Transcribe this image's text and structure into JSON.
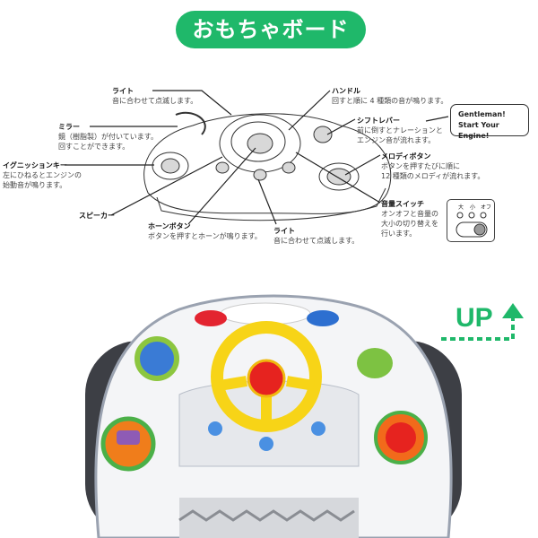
{
  "banner": {
    "title": "おもちゃボード",
    "color": "#1fb86a"
  },
  "labels": {
    "light_top": {
      "title": "ライト",
      "desc": [
        "音に合わせて点滅します。"
      ]
    },
    "mirror": {
      "title": "ミラー",
      "desc": [
        "鏡（樹脂製）が付いています。",
        "回すことができます。"
      ]
    },
    "ignition": {
      "title": "イグニッションキー",
      "desc": [
        "左にひねるとエンジンの",
        "始動音が鳴ります。"
      ]
    },
    "speaker": {
      "title": "スピーカー"
    },
    "horn": {
      "title": "ホーンボタン",
      "desc": [
        "ボタンを押すとホーンが鳴ります。"
      ]
    },
    "light_bottom": {
      "title": "ライト",
      "desc": [
        "音に合わせて点滅します。"
      ]
    },
    "handle": {
      "title": "ハンドル",
      "desc": [
        "回すと順に 4 種類の音が鳴ります。"
      ]
    },
    "shift": {
      "title": "シフトレバー",
      "desc": [
        "前に倒すとナレーションと",
        "エンジン音が流れます。"
      ]
    },
    "melody": {
      "title": "メロディボタン",
      "desc": [
        "ボタンを押すたびに順に",
        "12 種類のメロディが流れます。"
      ]
    },
    "volume": {
      "title": "音量スイッチ",
      "desc": [
        "オンオフと音量の",
        "大小の切り替えを",
        "行います。"
      ]
    }
  },
  "speech_bubble": [
    "Gentleman!",
    "Start Your Engine!"
  ],
  "volume_switch": {
    "levels": [
      "大",
      "小",
      "オフ"
    ]
  },
  "up_sign": {
    "text": "UP",
    "color": "#1fb86a"
  }
}
